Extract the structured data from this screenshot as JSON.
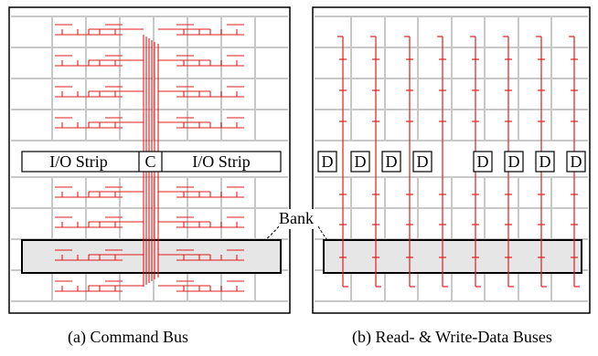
{
  "diagram": {
    "panel_a": {
      "caption": "(a) Command Bus",
      "left_strip_label": "I/O Strip",
      "center_label": "C",
      "right_strip_label": "I/O Strip"
    },
    "panel_b": {
      "caption": "(b) Read- & Write-Data Buses",
      "data_block_labels": [
        "D",
        "D",
        "D",
        "D",
        "D",
        "D",
        "D",
        "D"
      ]
    },
    "bank_label": "Bank",
    "colors": {
      "grid": "#c8c8c8",
      "bus": "#e21b1b",
      "frame": "#000000",
      "bank_fill": "#e6e6e6"
    }
  }
}
